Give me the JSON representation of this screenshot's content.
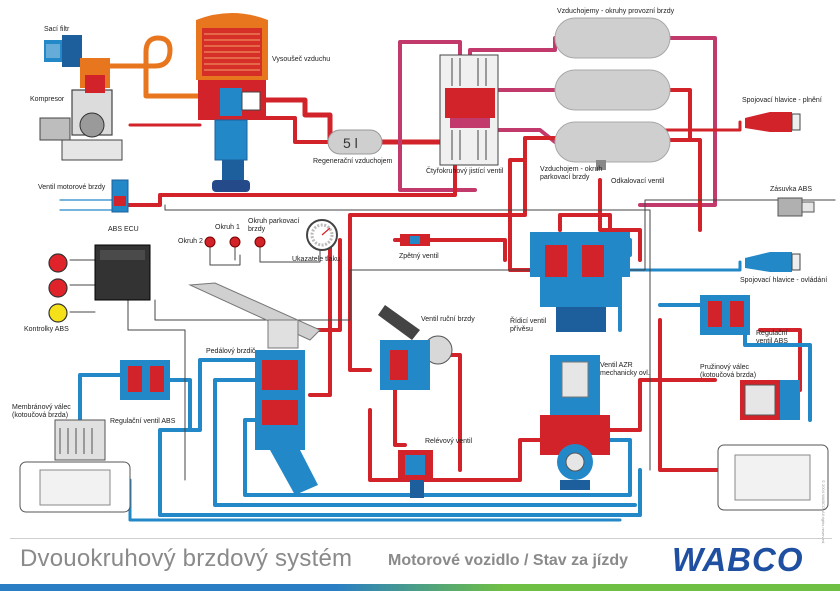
{
  "footer": {
    "title": "Dvouokruhový brzdový systém",
    "subtitle": "Motorové vozidlo / Stav za jízdy",
    "logo": "WABCO"
  },
  "labels": {
    "saci_filtr": "Sací filtr",
    "kompresor": "Kompresor",
    "vysousec": "Vysoušeč vzduchu",
    "regen_volume": "5 l",
    "regen": "Regenerační vzduchojem",
    "ctyrokruhovy": "Čtyřokruhový jistící ventil",
    "vzduchojemy_provozni": "Vzduchojemy - okruhy provozní brzdy",
    "vzduchojem_parkovaci": "Vzduchojem - okruh\nparkovací brzdy",
    "odkalovaci": "Odkalovací ventil",
    "spojovaci_plneni": "Spojovací hlavice - plnění",
    "zasuvka_abs": "Zásuvka ABS",
    "spojovaci_ovladani": "Spojovací hlavice - ovládání",
    "ventil_motorove": "Ventil motorové brzdy",
    "abs_ecu": "ABS ECU",
    "okruh2": "Okruh 2",
    "okruh1": "Okruh 1",
    "okruh_parkovaci": "Okruh parkovací\nbrzdy",
    "ukazatele": "Ukazatele tlaku",
    "zpetny": "Zpětný ventil",
    "ridici_prives": "Řídicí ventil\npřívěsu",
    "kontrolky": "Kontrolky ABS",
    "pedalovy": "Pedálový brzdič",
    "rucni": "Ventil ruční brzdy",
    "regulacni_abs_left": "Regulační ventil ABS",
    "membranovy": "Membránový válec\n(kotoučová brzda)",
    "relevovy": "Relévový ventil",
    "azr": "Ventil AZR\nmechanicky ovl.",
    "regulacni_abs_right": "Regulační\nventil ABS",
    "pruzinovy": "Pružinový válec\n(kotoučová brzda)",
    "copyright": "© 2004 WABCO. All rights reserved."
  },
  "colors": {
    "supply_red": "#d2232a",
    "control_blue": "#2388c8",
    "orange": "#e8761e",
    "pink": "#c23a6b",
    "tank_grey": "#cfcfcf",
    "logo_blue": "#1f4fa0"
  },
  "indicators": [
    {
      "name": "abs-lamp-red-1",
      "color": "#e0232a"
    },
    {
      "name": "abs-lamp-red-2",
      "color": "#e0232a"
    },
    {
      "name": "abs-lamp-yellow",
      "color": "#f5e11a"
    }
  ]
}
